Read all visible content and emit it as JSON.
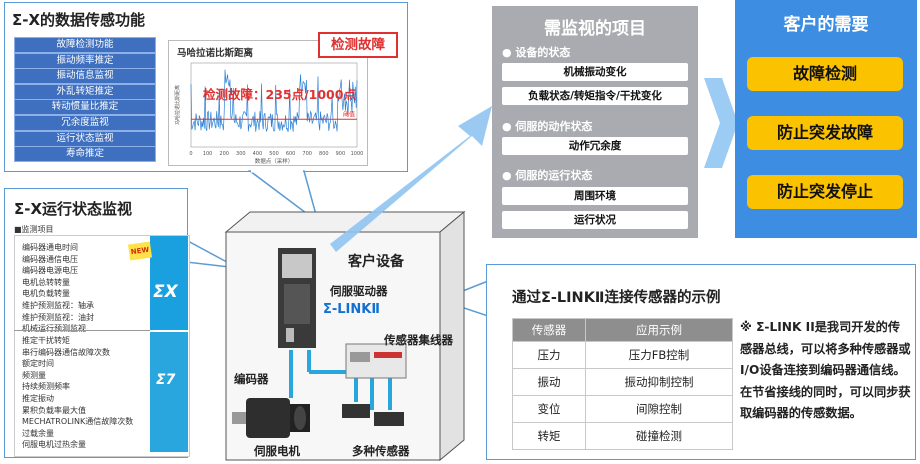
{
  "sigma_functions": {
    "title": "Σ-X的数据传感功能",
    "items": [
      "故障检测功能",
      "振动频率推定",
      "振动信息监视",
      "外乱转矩推定",
      "转动惯量比推定",
      "冗余度监视",
      "运行状态监视",
      "寿命推定"
    ],
    "chart": {
      "title": "马哈拉诺比斯距离",
      "badge": "检测故障",
      "annotation": "检测故障：235点/1000点",
      "threshold_label": "阈值",
      "x_ticks": [
        "0",
        "100",
        "200",
        "300",
        "400",
        "500",
        "600",
        "700",
        "800",
        "900",
        "1000"
      ],
      "x_label": "数据点（采样）",
      "y_label": "马哈拉诺比斯距离"
    }
  },
  "run_monitor": {
    "title": "Σ-X运行状态监视",
    "subtitle": "■监测项目",
    "new_badge": "NEW",
    "list_top": [
      "编码器通电时间",
      "编码器通信电压",
      "编码器电源电压",
      "电机总转转量",
      "电机负载转量",
      "维护预测监视：轴承",
      "维护预测监视：油封",
      "机械运行预测监视"
    ],
    "list_bottom": [
      "推定干扰转矩",
      "串行编码器通信故障次数",
      "额定时间",
      "频测量",
      "持续频测频率",
      "推定振动",
      "累积负载率最大值",
      "MECHATROLINK通信故障次数",
      "过载余量",
      "伺服电机过热余量"
    ],
    "logo_top": "ΣX",
    "logo_bottom": "Σ7"
  },
  "customer_equipment": {
    "title": "客户设备",
    "servo_driver": "伺服驱动器",
    "sigma_link": "Σ-LINKⅡ",
    "sensor_hub": "传感器集线器",
    "encoder": "编码器",
    "servo_motor": "伺服电机",
    "sensors": "多种传感器"
  },
  "monitor_items": {
    "title": "需监视的项目",
    "groups": [
      {
        "label": "● 设备的状态",
        "items": [
          "机械振动变化",
          "负载状态/转矩指令/干扰变化"
        ]
      },
      {
        "label": "● 伺服的动作状态",
        "items": [
          "动作冗余度"
        ]
      },
      {
        "label": "● 伺服的运行状态",
        "items": [
          "周围环境",
          "运行状况"
        ]
      }
    ]
  },
  "customer_needs": {
    "title": "客户的需要",
    "items": [
      "故障检测",
      "防止突发故障",
      "防止突发停止"
    ]
  },
  "sensor_example": {
    "title": "通过Σ-LINKⅡ连接传感器的示例",
    "headers": [
      "传感器",
      "应用示例"
    ],
    "rows": [
      [
        "压力",
        "压力FB控制"
      ],
      [
        "振动",
        "振动抑制控制"
      ],
      [
        "变位",
        "间隙控制"
      ],
      [
        "转矩",
        "碰撞检测"
      ]
    ],
    "note": "※ Σ-LINK II是我司开发的传感器总线，可以将多种传感器或I/O设备连接到编码器通信线。在节省接线的同时，可以同步获取编码器的传感数据。"
  },
  "colors": {
    "accent_blue": "#3d8ee2",
    "gray_panel": "#a9abb0",
    "yellow": "#fbc200",
    "func_blue": "#3f6fbf",
    "red": "#e03030"
  }
}
